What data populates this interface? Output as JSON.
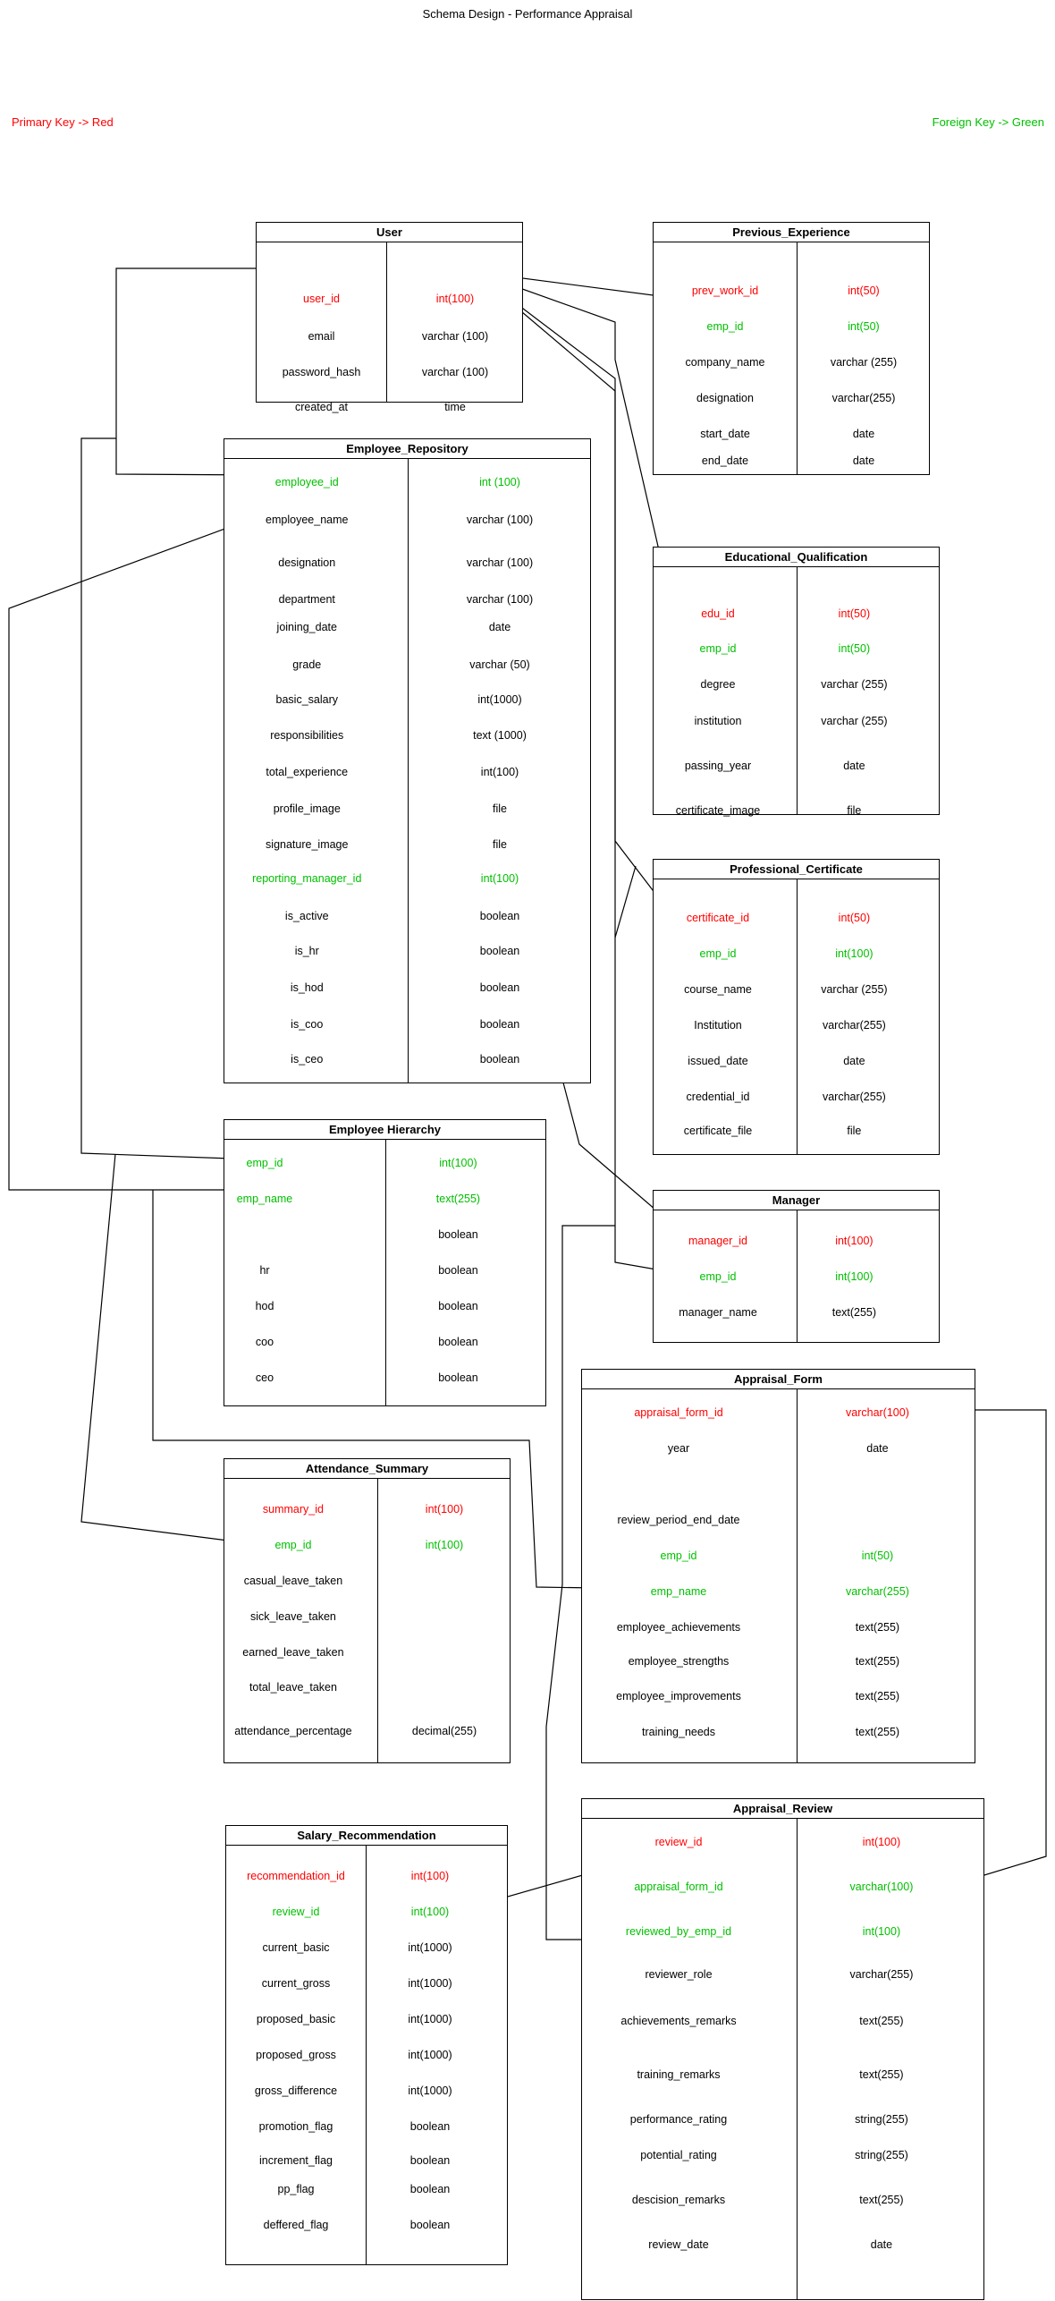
{
  "title": "Schema Design - Performance Appraisal",
  "legend": {
    "primary_key": "Primary Key -> Red",
    "foreign_key": "Foreign Key -> Green",
    "primary_color": "#ff0000",
    "foreign_color": "#00c000"
  },
  "tables": [
    {
      "id": "user",
      "name": "User",
      "fields": [
        {
          "name": "user_id",
          "type": "int(100)",
          "key": "pk"
        },
        {
          "name": "email",
          "type": "varchar (100)",
          "key": ""
        },
        {
          "name": "password_hash",
          "type": "varchar (100)",
          "key": ""
        },
        {
          "name": "created_at",
          "type": "time",
          "key": ""
        }
      ]
    },
    {
      "id": "previous_experience",
      "name": "Previous_Experience",
      "fields": [
        {
          "name": "prev_work_id",
          "type": "int(50)",
          "key": "pk"
        },
        {
          "name": "emp_id",
          "type": "int(50)",
          "key": "fk"
        },
        {
          "name": "company_name",
          "type": "varchar (255)",
          "key": ""
        },
        {
          "name": "designation",
          "type": "varchar(255)",
          "key": ""
        },
        {
          "name": "start_date",
          "type": "date",
          "key": ""
        },
        {
          "name": "end_date",
          "type": "date",
          "key": ""
        }
      ]
    },
    {
      "id": "employee_repository",
      "name": "Employee_Repository",
      "fields": [
        {
          "name": "employee_id",
          "type": "int (100)",
          "key": "fk"
        },
        {
          "name": "employee_name",
          "type": "varchar (100)",
          "key": ""
        },
        {
          "name": "designation",
          "type": "varchar (100)",
          "key": ""
        },
        {
          "name": "department",
          "type": "varchar (100)",
          "key": ""
        },
        {
          "name": "joining_date",
          "type": "date",
          "key": ""
        },
        {
          "name": "grade",
          "type": "varchar (50)",
          "key": ""
        },
        {
          "name": "basic_salary",
          "type": "int(1000)",
          "key": ""
        },
        {
          "name": "responsibilities",
          "type": "text (1000)",
          "key": ""
        },
        {
          "name": "total_experience",
          "type": "int(100)",
          "key": ""
        },
        {
          "name": "profile_image",
          "type": "file",
          "key": ""
        },
        {
          "name": "signature_image",
          "type": "file",
          "key": ""
        },
        {
          "name": "reporting_manager_id",
          "type": "int(100)",
          "key": "fk"
        },
        {
          "name": "is_active",
          "type": "boolean",
          "key": ""
        },
        {
          "name": "is_hr",
          "type": "boolean",
          "key": ""
        },
        {
          "name": "is_hod",
          "type": "boolean",
          "key": ""
        },
        {
          "name": "is_coo",
          "type": "boolean",
          "key": ""
        },
        {
          "name": "is_ceo",
          "type": "boolean",
          "key": ""
        }
      ]
    },
    {
      "id": "educational_qualification",
      "name": "Educational_Qualification",
      "fields": [
        {
          "name": "edu_id",
          "type": "int(50)",
          "key": "pk"
        },
        {
          "name": "emp_id",
          "type": "int(50)",
          "key": "fk"
        },
        {
          "name": "degree",
          "type": "varchar (255)",
          "key": ""
        },
        {
          "name": "institution",
          "type": "varchar (255)",
          "key": ""
        },
        {
          "name": "passing_year",
          "type": "date",
          "key": ""
        },
        {
          "name": "certificate_image",
          "type": "file",
          "key": ""
        }
      ]
    },
    {
      "id": "professional_certificate",
      "name": "Professional_Certificate",
      "fields": [
        {
          "name": "certificate_id",
          "type": "int(50)",
          "key": "pk"
        },
        {
          "name": "emp_id",
          "type": "int(100)",
          "key": "fk"
        },
        {
          "name": "course_name",
          "type": "varchar (255)",
          "key": ""
        },
        {
          "name": "Institution",
          "type": "varchar(255)",
          "key": ""
        },
        {
          "name": "issued_date",
          "type": "date",
          "key": ""
        },
        {
          "name": "credential_id",
          "type": "varchar(255)",
          "key": ""
        },
        {
          "name": "certificate_file",
          "type": "file",
          "key": ""
        }
      ]
    },
    {
      "id": "employee_hierarchy",
      "name": "Employee Hierarchy",
      "fields": [
        {
          "name": "emp_id",
          "type": "int(100)",
          "key": "fk"
        },
        {
          "name": "emp_name",
          "type": "text(255)",
          "key": "fk"
        },
        {
          "name": "",
          "type": "boolean",
          "key": ""
        },
        {
          "name": "hr",
          "type": "boolean",
          "key": ""
        },
        {
          "name": "hod",
          "type": "boolean",
          "key": ""
        },
        {
          "name": "coo",
          "type": "boolean",
          "key": ""
        },
        {
          "name": "ceo",
          "type": "boolean",
          "key": ""
        }
      ]
    },
    {
      "id": "manager",
      "name": "Manager",
      "fields": [
        {
          "name": "manager_id",
          "type": "int(100)",
          "key": "pk"
        },
        {
          "name": "emp_id",
          "type": "int(100)",
          "key": "fk"
        },
        {
          "name": "manager_name",
          "type": "text(255)",
          "key": ""
        }
      ]
    },
    {
      "id": "appraisal_form",
      "name": "Appraisal_Form",
      "fields": [
        {
          "name": "appraisal_form_id",
          "type": "varchar(100)",
          "key": "pk"
        },
        {
          "name": "year",
          "type": "date",
          "key": ""
        },
        {
          "name": "review_period_end_date",
          "type": "",
          "key": ""
        },
        {
          "name": "emp_id",
          "type": "int(50)",
          "key": "fk"
        },
        {
          "name": "emp_name",
          "type": "varchar(255)",
          "key": "fk"
        },
        {
          "name": "employee_achievements",
          "type": "text(255)",
          "key": ""
        },
        {
          "name": "employee_strengths",
          "type": "text(255)",
          "key": ""
        },
        {
          "name": "employee_improvements",
          "type": "text(255)",
          "key": ""
        },
        {
          "name": "training_needs",
          "type": "text(255)",
          "key": ""
        }
      ]
    },
    {
      "id": "attendance_summary",
      "name": "Attendance_Summary",
      "fields": [
        {
          "name": "summary_id",
          "type": "int(100)",
          "key": "pk"
        },
        {
          "name": "emp_id",
          "type": "int(100)",
          "key": "fk"
        },
        {
          "name": "casual_leave_taken",
          "type": "",
          "key": ""
        },
        {
          "name": "sick_leave_taken",
          "type": "",
          "key": ""
        },
        {
          "name": "earned_leave_taken",
          "type": "",
          "key": ""
        },
        {
          "name": "total_leave_taken",
          "type": "",
          "key": ""
        },
        {
          "name": "attendance_percentage",
          "type": "decimal(255)",
          "key": ""
        }
      ]
    },
    {
      "id": "salary_recommendation",
      "name": "Salary_Recommendation",
      "fields": [
        {
          "name": "recommendation_id",
          "type": "int(100)",
          "key": "pk"
        },
        {
          "name": "review_id",
          "type": "int(100)",
          "key": "fk"
        },
        {
          "name": "current_basic",
          "type": "int(1000)",
          "key": ""
        },
        {
          "name": "current_gross",
          "type": "int(1000)",
          "key": ""
        },
        {
          "name": "proposed_basic",
          "type": "int(1000)",
          "key": ""
        },
        {
          "name": "proposed_gross",
          "type": "int(1000)",
          "key": ""
        },
        {
          "name": "gross_difference",
          "type": "int(1000)",
          "key": ""
        },
        {
          "name": "promotion_flag",
          "type": "boolean",
          "key": ""
        },
        {
          "name": "increment_flag",
          "type": "boolean",
          "key": ""
        },
        {
          "name": "pp_flag",
          "type": "boolean",
          "key": ""
        },
        {
          "name": "deffered_flag",
          "type": "boolean",
          "key": ""
        }
      ]
    },
    {
      "id": "appraisal_review",
      "name": "Appraisal_Review",
      "fields": [
        {
          "name": "review_id",
          "type": "int(100)",
          "key": "pk"
        },
        {
          "name": "appraisal_form_id",
          "type": "varchar(100)",
          "key": "fk"
        },
        {
          "name": "reviewed_by_emp_id",
          "type": "int(100)",
          "key": "fk"
        },
        {
          "name": "reviewer_role",
          "type": "varchar(255)",
          "key": ""
        },
        {
          "name": "achievements_remarks",
          "type": "text(255)",
          "key": ""
        },
        {
          "name": "training_remarks",
          "type": "text(255)",
          "key": ""
        },
        {
          "name": "performance_rating",
          "type": "string(255)",
          "key": ""
        },
        {
          "name": "potential_rating",
          "type": "string(255)",
          "key": ""
        },
        {
          "name": "descision_remarks",
          "type": "text(255)",
          "key": ""
        },
        {
          "name": "review_date",
          "type": "date",
          "key": ""
        }
      ]
    }
  ]
}
